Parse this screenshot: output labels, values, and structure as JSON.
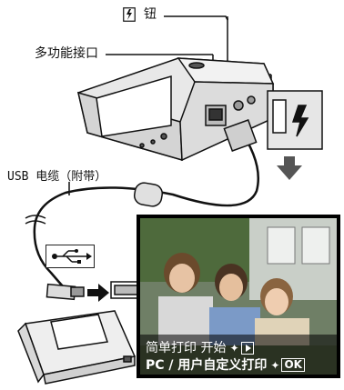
{
  "labels": {
    "flash_button": "钮",
    "multi_connector": "多功能接口",
    "usb_cable": "USB 电缆（附带）"
  },
  "lcd_menu": {
    "line1_text": "简单打印 开始",
    "line2_text": "PC / 用户自定义打印",
    "ok_label": "OK"
  },
  "icons": {
    "flash": "flash-button-icon",
    "usb": "usb-trident-icon",
    "play": "playback-button-icon",
    "arrow": "direction-arrow-icon"
  }
}
